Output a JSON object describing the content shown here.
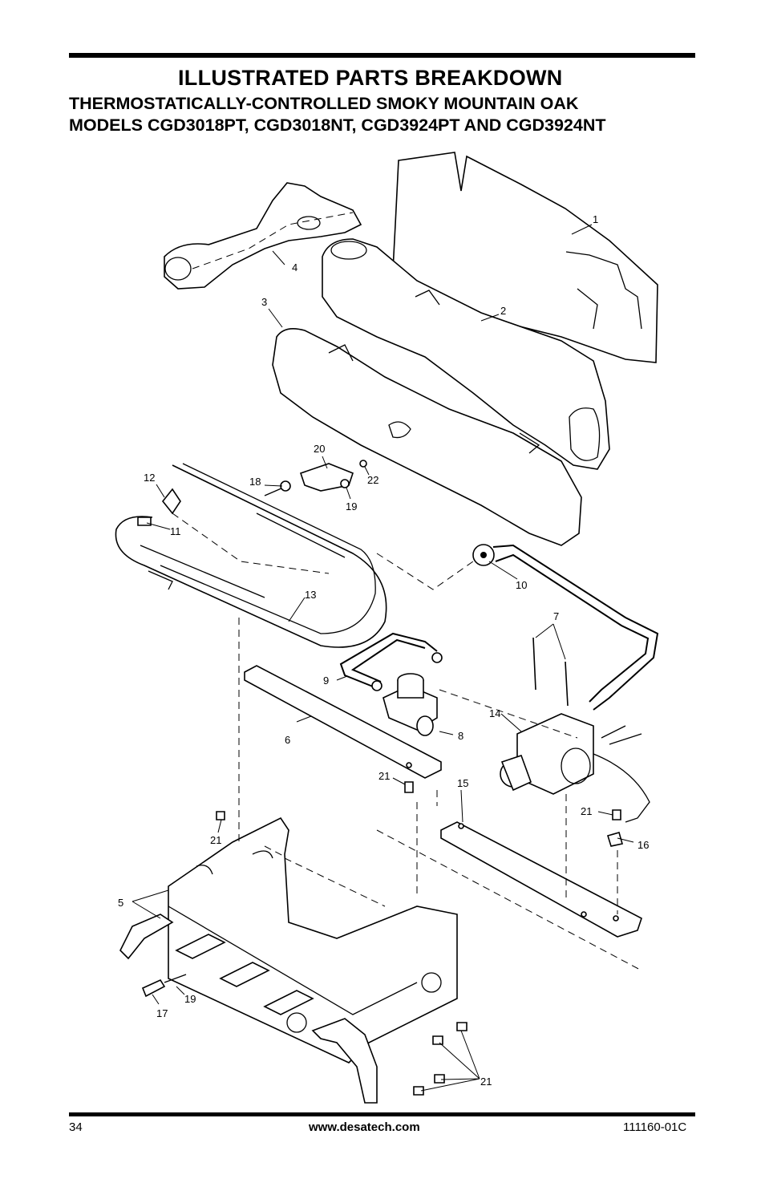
{
  "header": {
    "title": "ILLUSTRATED PARTS BREAKDOWN",
    "subtitle_line1": "THERMOSTATICALLY-CONTROLLED SMOKY MOUNTAIN OAK",
    "subtitle_line2": "MODELS CGD3018PT, CGD3018NT, CGD3924PT AND CGD3924NT"
  },
  "callouts": {
    "c1": "1",
    "c2": "2",
    "c3": "3",
    "c4": "4",
    "c5": "5",
    "c6": "6",
    "c7": "7",
    "c8": "8",
    "c9": "9",
    "c10": "10",
    "c11": "11",
    "c12": "12",
    "c13": "13",
    "c14": "14",
    "c15": "15",
    "c16": "16",
    "c17": "17",
    "c18": "18",
    "c19a": "19",
    "c19b": "19",
    "c20": "20",
    "c21a": "21",
    "c21b": "21",
    "c21c": "21",
    "c21d": "21",
    "c22": "22"
  },
  "footer": {
    "page_number": "34",
    "website": "www.desatech.com",
    "doc_number": "111160-01C"
  }
}
